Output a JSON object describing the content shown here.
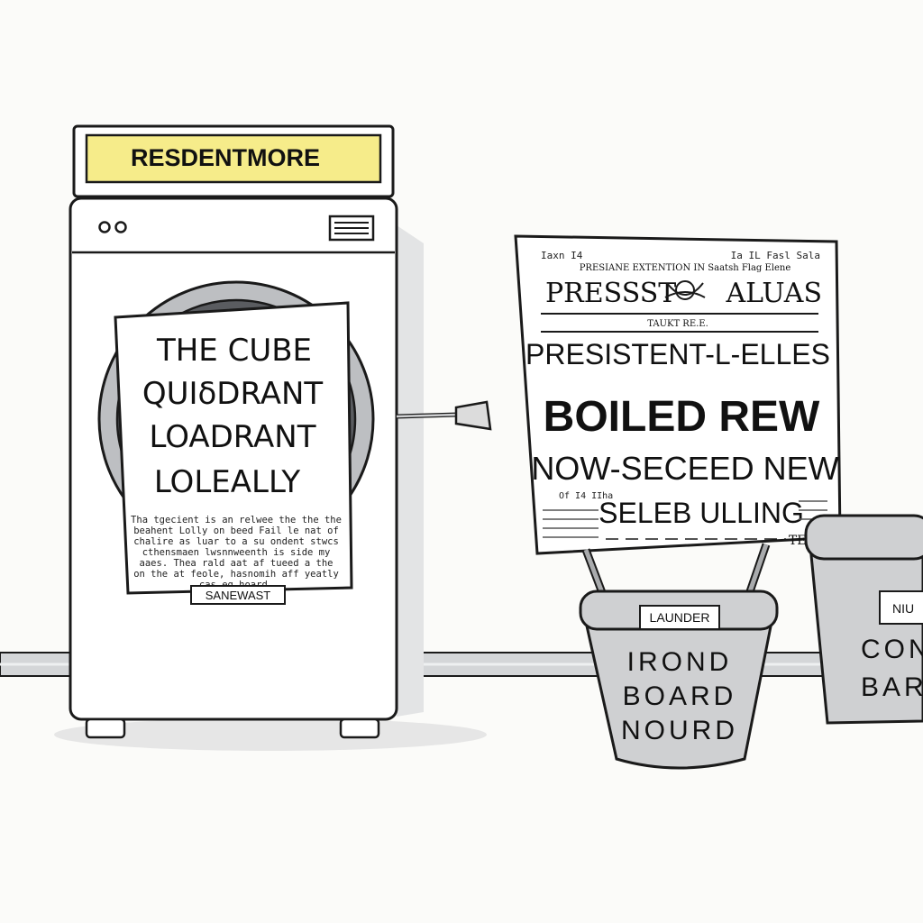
{
  "machine": {
    "sign": "RESDENTMORE",
    "poster": {
      "headline_lines": [
        "THE CUBE",
        "QUIδDRANT",
        "LOADRANT",
        "LOLEALLY"
      ],
      "body_lines": [
        "Tha tgecient is an relwee the the the",
        "beahent Lolly on beed Fail le nat of",
        "chalire as luar to a su ondent stwcs",
        "cthensmaen lwsnnweenth is side my",
        "aaes. Thea rald aat af tueed a the",
        "on the at feole, hasnomih aff yeatly",
        "cas eg hoard."
      ],
      "tag": "SANEWAST"
    }
  },
  "newspaper": {
    "dateline_left": "Iaxn I4",
    "dateline_right": "Ia IL Fasl Sala",
    "kicker": "PRESIANE EXTENTION IN Saatsh Flag Elene",
    "masthead_left": "PRESSST",
    "masthead_right": "ALUAS",
    "subhead": "TAUKT RE.E.",
    "headlines": [
      "PRESISTENT-L-ELLES",
      "BOILED REW",
      "NOW-SECEED NEW"
    ],
    "bottom_left": "Of I4 IIha",
    "bottom_headline": "SELEB ULLING",
    "footer_right": "TEI"
  },
  "basket_left": {
    "tag": "LAUNDER",
    "lines": [
      "IROND",
      "BOARD",
      "NOURD"
    ]
  },
  "basket_right": {
    "tag": "NIU",
    "lines": [
      "CON",
      "BAR"
    ]
  },
  "colors": {
    "background": "#fbfbf9",
    "sign_yellow": "#f6ec8a",
    "outline": "#1a1a1a",
    "rail": "#d4d6d8",
    "basket": "#cfd0d2",
    "shadow": "#e6e6e6"
  }
}
